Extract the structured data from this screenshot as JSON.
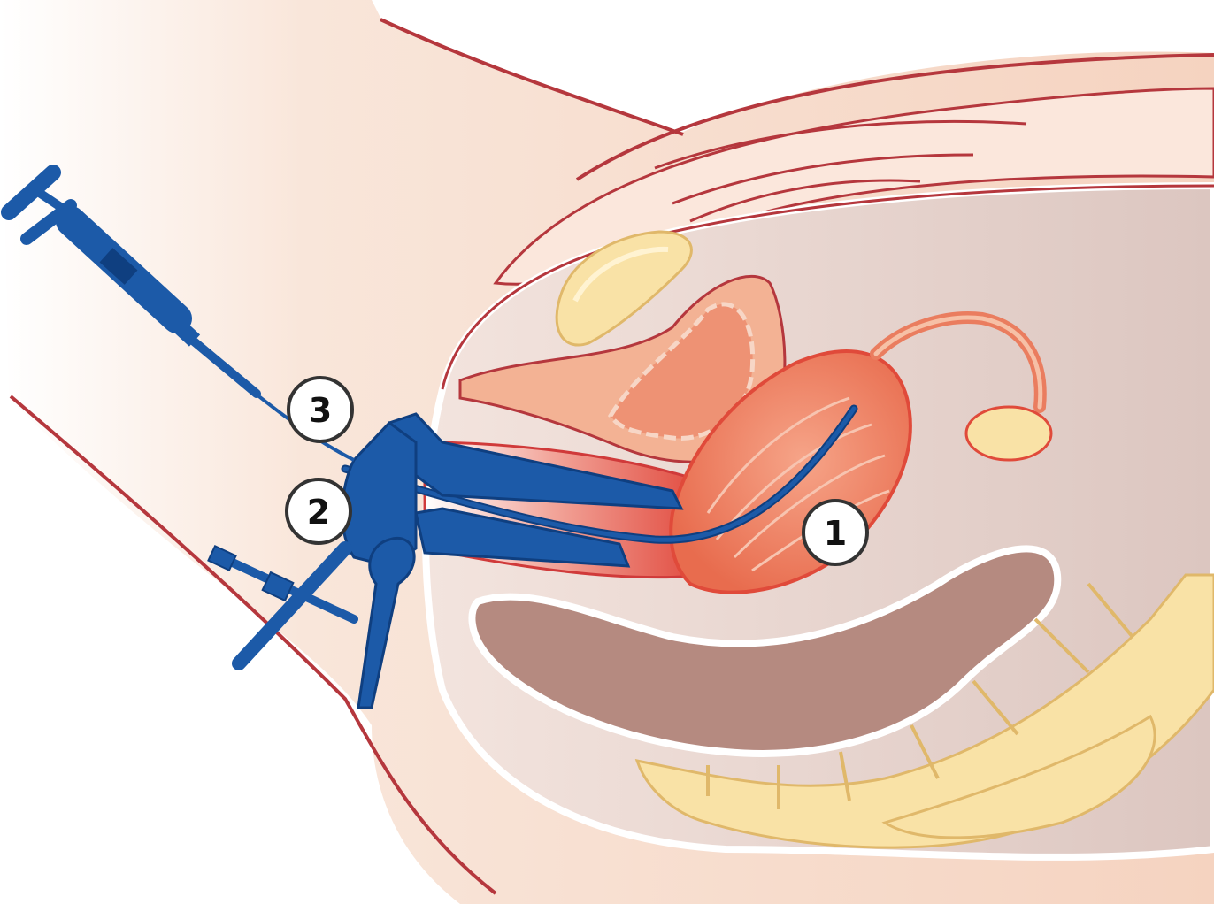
{
  "diagram": {
    "callouts": [
      {
        "id": "callout-1",
        "label": "1"
      },
      {
        "id": "callout-2",
        "label": "2"
      },
      {
        "id": "callout-3",
        "label": "3"
      }
    ]
  },
  "colors": {
    "skin": "#f7dccb",
    "skin_outline": "#b5373d",
    "pelvic_cavity": "#e8d6d0",
    "uterus": "#ea7d5f",
    "uterus_dark": "#e04a3a",
    "bladder": "#f1a884",
    "bone": "#f9e2a6",
    "bone_outline": "#e0b86a",
    "rectum": "#b58a80",
    "instrument_blue": "#1c5aa8",
    "instrument_outline": "#0f3f80"
  }
}
